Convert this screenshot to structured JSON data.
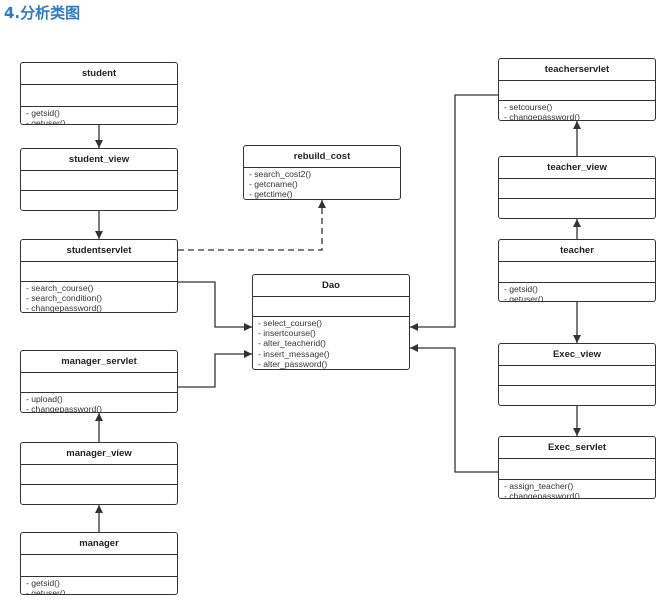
{
  "heading": "4.分析类图",
  "colors": {
    "line": "#333333",
    "heading": "#2e7bc4"
  },
  "classes": [
    {
      "id": "student",
      "name": "student",
      "ops": [
        "- getsid()",
        "- getuser()"
      ]
    },
    {
      "id": "student_view",
      "name": "student_view",
      "ops": []
    },
    {
      "id": "studentservlet",
      "name": "studentservlet",
      "ops": [
        "- search_course()",
        "- search_condition()",
        "- changepassword()"
      ]
    },
    {
      "id": "manager_servlet",
      "name": "manager_servlet",
      "ops": [
        "- upload()",
        "- changepassword()"
      ]
    },
    {
      "id": "manager_view",
      "name": "manager_view",
      "ops": []
    },
    {
      "id": "manager",
      "name": "manager",
      "ops": [
        "- getsid()",
        "- getuser()"
      ]
    },
    {
      "id": "rebuild_cost",
      "name": "rebuild_cost",
      "ops": [
        "- search_cost2()",
        "- getcname()",
        "- getctime()"
      ]
    },
    {
      "id": "dao",
      "name": "Dao",
      "ops": [
        "- select_course()",
        "- insertcourse()",
        "- alter_teacherid()",
        "- insert_message()",
        "- alter_password()"
      ]
    },
    {
      "id": "teacherservlet",
      "name": "teacherservlet",
      "ops": [
        "- setcourse()",
        "- changepassword()"
      ]
    },
    {
      "id": "teacher_view",
      "name": "teacher_view",
      "ops": []
    },
    {
      "id": "teacher",
      "name": "teacher",
      "ops": [
        "- getsid()",
        "- getuser()"
      ]
    },
    {
      "id": "exec_view",
      "name": "Exec_view",
      "ops": []
    },
    {
      "id": "exec_servlet",
      "name": "Exec_servlet",
      "ops": [
        "- assign_teacher()",
        "- changepassword()"
      ]
    }
  ],
  "relations": [
    {
      "from": "student",
      "to": "student_view",
      "style": "solid"
    },
    {
      "from": "student_view",
      "to": "studentservlet",
      "style": "solid"
    },
    {
      "from": "studentservlet",
      "to": "rebuild_cost",
      "style": "dashed"
    },
    {
      "from": "studentservlet",
      "to": "dao",
      "style": "solid"
    },
    {
      "from": "manager_servlet",
      "to": "dao",
      "style": "solid"
    },
    {
      "from": "manager_view",
      "to": "manager_servlet",
      "style": "solid"
    },
    {
      "from": "manager",
      "to": "manager_view",
      "style": "solid"
    },
    {
      "from": "teacher_view",
      "to": "teacherservlet",
      "style": "solid"
    },
    {
      "from": "teacher",
      "to": "teacher_view",
      "style": "solid"
    },
    {
      "from": "teacher",
      "to": "exec_view",
      "style": "solid"
    },
    {
      "from": "exec_view",
      "to": "exec_servlet",
      "style": "solid"
    },
    {
      "from": "teacherservlet",
      "to": "dao",
      "style": "solid"
    },
    {
      "from": "exec_servlet",
      "to": "dao",
      "style": "solid"
    }
  ]
}
